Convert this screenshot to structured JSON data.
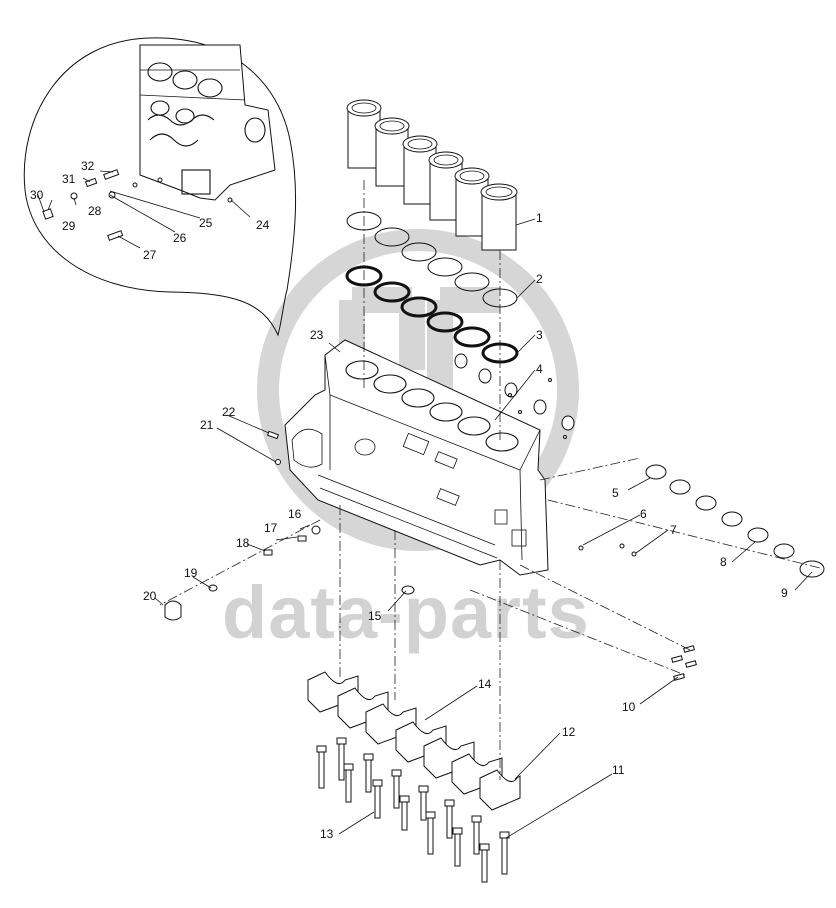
{
  "watermark": {
    "text": "data-parts",
    "logo_color": "#d6d6d6",
    "text_color": "#d2d2d2"
  },
  "callouts": [
    "1",
    "2",
    "3",
    "4",
    "5",
    "6",
    "7",
    "8",
    "9",
    "10",
    "11",
    "12",
    "13",
    "14",
    "15",
    "16",
    "17",
    "18",
    "19",
    "20",
    "21",
    "22",
    "23",
    "24",
    "25",
    "26",
    "27",
    "28",
    "29",
    "30",
    "31",
    "32"
  ]
}
